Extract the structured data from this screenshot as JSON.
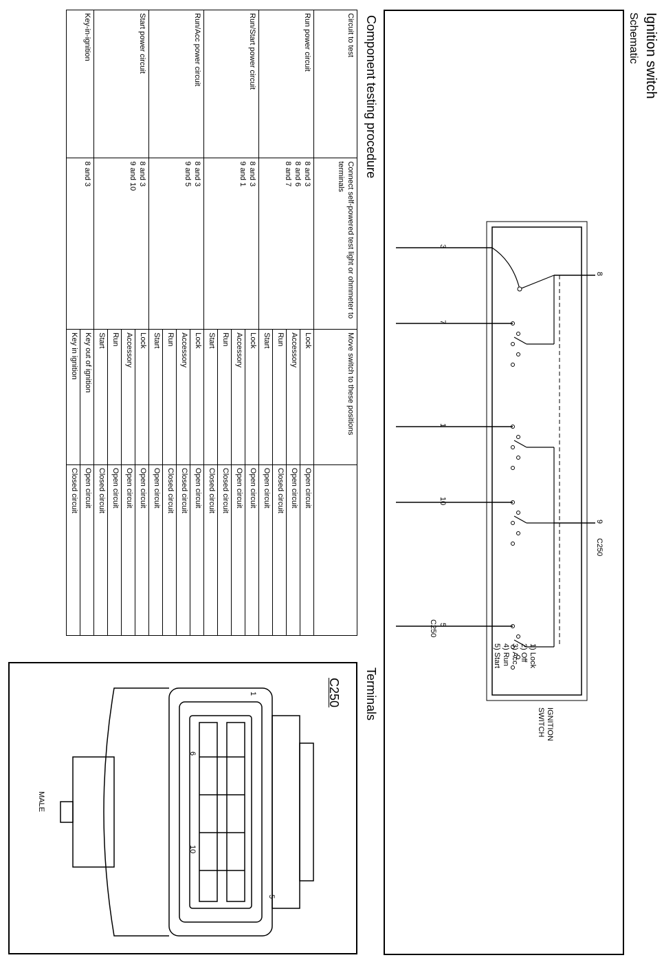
{
  "title": "Ignition switch",
  "schematic_heading": "Schematic",
  "component_heading": "Component testing procedure",
  "terminals_heading": "Terminals",
  "schematic": {
    "terminals_top": [
      "8",
      "9",
      "C250"
    ],
    "terminals_bottom": [
      "3",
      "7",
      "1",
      "10",
      "5",
      "C250"
    ],
    "legend": [
      "1) Lock",
      "2) Off",
      "3) Acc",
      "4) Run",
      "5) Start"
    ],
    "switch_label_1": "IGNITION",
    "switch_label_2": "SWITCH",
    "contact_numbers": [
      "5",
      "4",
      "3",
      "2",
      "1"
    ]
  },
  "connector": {
    "name": "C250",
    "gender": "MALE",
    "pin_labels": [
      "1",
      "6",
      "10",
      "5"
    ]
  },
  "table": {
    "headers": [
      "Circuit to test",
      "Connect self-powered test light or ohmmeter to terminals",
      "Move switch to these positions",
      ""
    ],
    "groups": [
      {
        "circuit": "Run power circuit",
        "terminals": [
          "8 and 3",
          "8 and 6",
          "8 and 7"
        ],
        "rows": [
          [
            "Lock",
            "Open circuit"
          ],
          [
            "Accessory",
            "Open circuit"
          ],
          [
            "Run",
            "Closed circuit"
          ],
          [
            "Start",
            "Open circuit"
          ]
        ]
      },
      {
        "circuit": "Run/Start power circuit",
        "terminals": [
          "8 and 3",
          "9 and 1"
        ],
        "rows": [
          [
            "Lock",
            "Open circuit"
          ],
          [
            "Accessory",
            "Open circuit"
          ],
          [
            "Run",
            "Closed circuit"
          ],
          [
            "Start",
            "Closed circuit"
          ]
        ]
      },
      {
        "circuit": "Run/Acc power circuit",
        "terminals": [
          "8 and 3",
          "9 and 5"
        ],
        "rows": [
          [
            "Lock",
            "Open circuit"
          ],
          [
            "Accessory",
            "Closed circuit"
          ],
          [
            "Run",
            "Closed circuit"
          ],
          [
            "Start",
            "Open circuit"
          ]
        ]
      },
      {
        "circuit": "Start power circuit",
        "terminals": [
          "8 and 3",
          "9 and 10"
        ],
        "rows": [
          [
            "Lock",
            "Open circuit"
          ],
          [
            "Accessory",
            "Open circuit"
          ],
          [
            "Run",
            "Open circuit"
          ],
          [
            "Start",
            "Closed circuit"
          ]
        ]
      },
      {
        "circuit": "Key-in-ignition",
        "terminals": [
          "8 and 3"
        ],
        "rows": [
          [
            "Key out of ignition",
            "Open circuit"
          ],
          [
            "Key in ignition",
            "Closed circuit"
          ]
        ]
      }
    ]
  }
}
